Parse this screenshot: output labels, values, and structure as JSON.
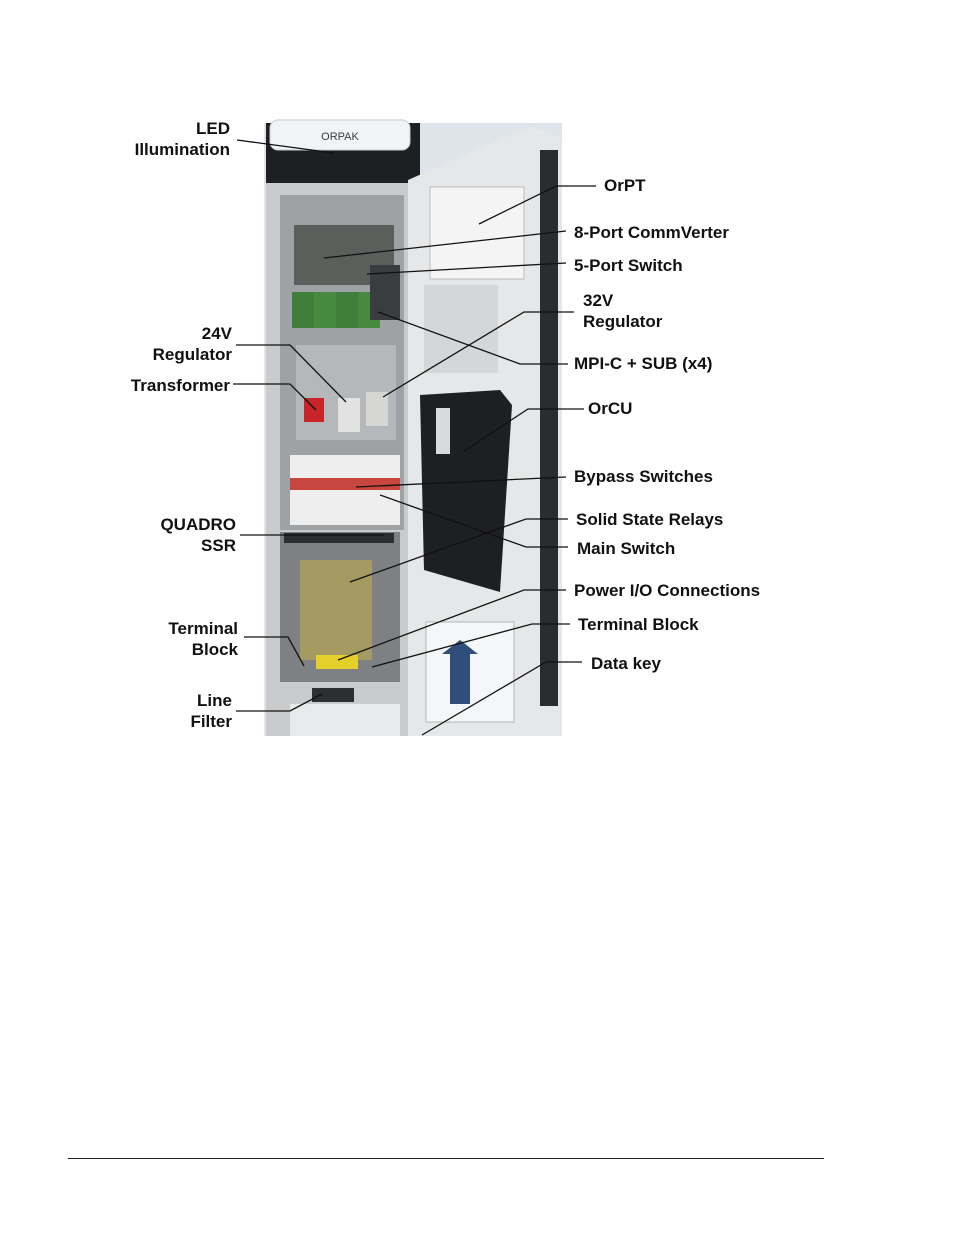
{
  "figure": {
    "brand_text": "ORPAK",
    "labels_left": [
      [
        "LED",
        "Illumination"
      ],
      [
        "24V",
        "Regulator"
      ],
      [
        "Transformer"
      ],
      [
        "QUADRO",
        "SSR"
      ],
      [
        "Terminal",
        "Block"
      ],
      [
        "Line",
        "Filter"
      ]
    ],
    "labels_right": [
      [
        "OrPT"
      ],
      [
        "8-Port CommVerter"
      ],
      [
        "5-Port Switch"
      ],
      [
        "32V",
        "Regulator"
      ],
      [
        "MPI-C + SUB (x4)"
      ],
      [
        "OrCU"
      ],
      [
        "Bypass Switches"
      ],
      [
        "Solid State Relays"
      ],
      [
        "Main Switch"
      ],
      [
        "Power I/O Connections"
      ],
      [
        "Terminal Block"
      ],
      [
        "Data key"
      ]
    ]
  },
  "colors": {
    "photo_background": "#dfe3ea",
    "cabinet_body": "#c9cbcc",
    "cabinet_interior": "#9ea2a4",
    "door_frame": "#e6e7e8",
    "door_gasket": "#2a2d30",
    "controller_black": "#1e1f22",
    "module_green": "#3f7f3b",
    "wire_yellow": "#d8b83a",
    "transformer_red": "#c8242a",
    "arrow_blue": "#2f4f7a"
  }
}
